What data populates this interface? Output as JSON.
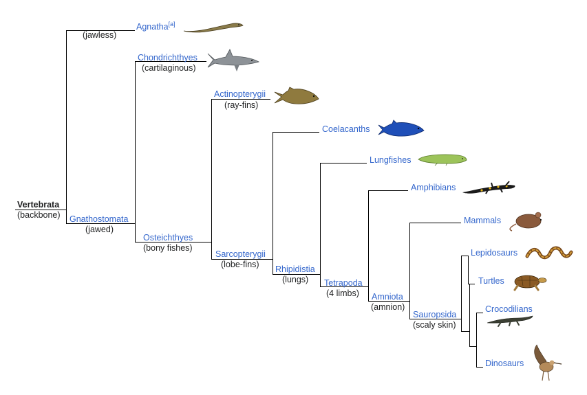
{
  "root": {
    "name": "Vertebrata",
    "trait": "(backbone)"
  },
  "clades": {
    "gnathostomata": {
      "name": "Gnathostomata",
      "trait": "(jawed)"
    },
    "osteichthyes": {
      "name": "Osteichthyes",
      "trait": "(bony fishes)"
    },
    "sarcopterygii": {
      "name": "Sarcopterygii",
      "trait": "(lobe-fins)"
    },
    "rhipidistia": {
      "name": "Rhipidistia",
      "trait": "(lungs)"
    },
    "tetrapoda": {
      "name": "Tetrapoda",
      "trait": "(4 limbs)"
    },
    "amniota": {
      "name": "Amniota",
      "trait": "(amnion)"
    },
    "sauropsida": {
      "name": "Sauropsida",
      "trait": "(scaly skin)"
    }
  },
  "leaves": {
    "agnatha": {
      "name": "Agnatha",
      "note": "[a]",
      "trait": "(jawless)",
      "icon": "lamprey-icon"
    },
    "chondrichthyes": {
      "name": "Chondrichthyes",
      "trait": "(cartilaginous)",
      "icon": "shark-icon"
    },
    "actinopterygii": {
      "name": "Actinopterygii",
      "trait": "(ray-fins)",
      "icon": "carp-icon"
    },
    "coelacanths": {
      "name": "Coelacanths",
      "icon": "coelacanth-icon"
    },
    "lungfishes": {
      "name": "Lungfishes",
      "icon": "lungfish-icon"
    },
    "amphibians": {
      "name": "Amphibians",
      "icon": "salamander-icon"
    },
    "mammals": {
      "name": "Mammals",
      "icon": "mouse-icon"
    },
    "lepidosaurs": {
      "name": "Lepidosaurs",
      "icon": "snake-icon"
    },
    "turtles": {
      "name": "Turtles",
      "icon": "turtle-icon"
    },
    "crocodilians": {
      "name": "Crocodilians",
      "icon": "crocodile-icon"
    },
    "dinosaurs": {
      "name": "Dinosaurs",
      "icon": "bird-icon"
    }
  },
  "colors": {
    "link": "#3366cc",
    "text": "#202122",
    "line": "#000000"
  }
}
